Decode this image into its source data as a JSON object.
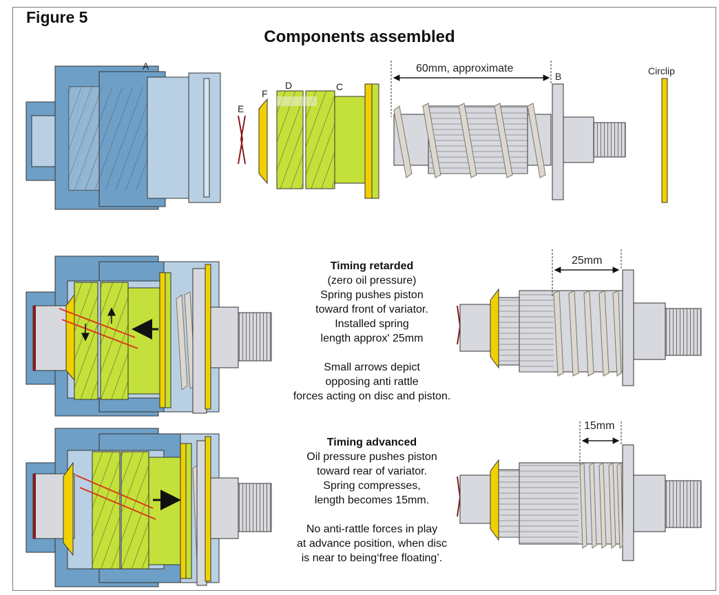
{
  "figure_label": "Figure 5",
  "title": "Components assembled",
  "part_labels": {
    "a": "A",
    "b": "B",
    "c": "C",
    "d": "D",
    "e": "E",
    "f": "F",
    "circlip": "Circlip"
  },
  "dimensions": {
    "spring_free": "60mm, approximate",
    "spring_retarded": "25mm",
    "spring_advanced": "15mm"
  },
  "retarded": {
    "heading": "Timing retarded",
    "lines": [
      "(zero oil pressure)",
      "Spring pushes piston",
      "toward front of variator.",
      "Installed spring",
      "length approx' 25mm"
    ],
    "note": [
      "Small arrows depict",
      "opposing anti rattle",
      "forces acting on disc and piston."
    ]
  },
  "advanced": {
    "heading": "Timing advanced",
    "lines": [
      "Oil pressure pushes piston",
      "toward rear of variator.",
      "Spring compresses,",
      "length becomes 15mm."
    ],
    "note": [
      "No anti-rattle forces in play",
      "at advance position, when disc",
      "is near to being‘free floating’."
    ]
  },
  "colors": {
    "housing": "#6e9fc6",
    "housing_light": "#b9d0e4",
    "gear_green": "#c4e03a",
    "disc_yellow": "#f0d000",
    "shaft_grey": "#d8d9de",
    "spring": "#ddd8cf",
    "clip_red": "#8b1a1a",
    "offset_line": "#d83a1a"
  }
}
